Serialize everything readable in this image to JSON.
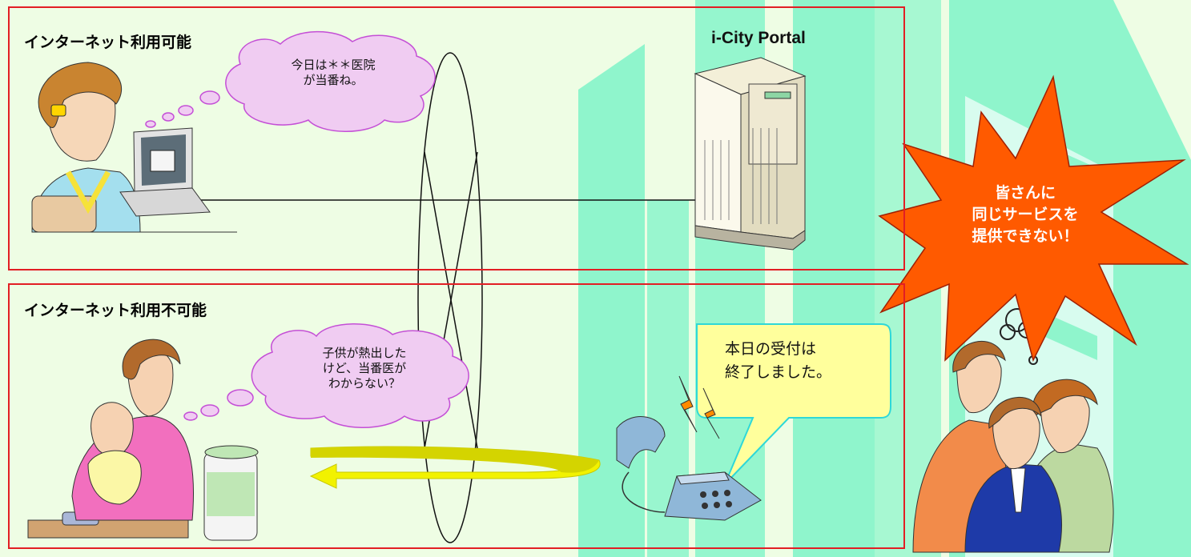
{
  "panels": {
    "top": {
      "title": "インターネット利用可能"
    },
    "bottom": {
      "title": "インターネット利用不可能"
    }
  },
  "thoughts": {
    "top": {
      "line1": "今日は＊＊医院",
      "line2": "が当番ね。"
    },
    "bottom": {
      "line1": "子供が熱出した",
      "line2": "けど、当番医が",
      "line3": "わからない？"
    }
  },
  "server": {
    "label": "i-City Portal"
  },
  "speech": {
    "line1": "本日の受付は",
    "line2": "終了しました。"
  },
  "burst": {
    "line1": "皆さんに",
    "line2": "同じサービスを",
    "line3": "提供できない！"
  },
  "colors": {
    "background": "#eefde4",
    "panel_border": "#e21e24",
    "building": "#8ff5cc",
    "thought_bubble": "#f0ccf2",
    "speech_bubble": "#ffff9c",
    "burst_fill": "#ff5a00",
    "arrow": "#f2f200"
  }
}
